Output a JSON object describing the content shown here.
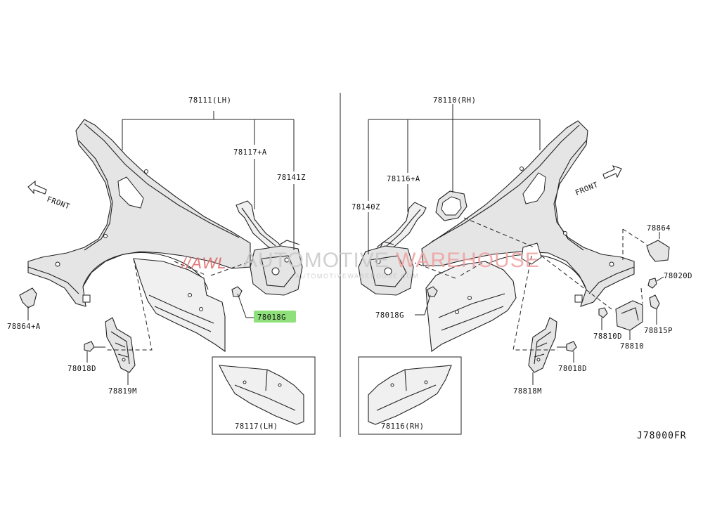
{
  "labels": {
    "lh_group": "78111(LH)",
    "rh_group": "78110(RH)",
    "lh_pillar": "78117+A",
    "lh_seal": "78141Z",
    "rh_pillar": "78116+A",
    "rh_seal": "78140Z",
    "lh_bolt_center": "78018G",
    "rh_bolt_center": "78018G",
    "lh_bolt_lower": "78018D",
    "rh_bolt_lower": "78018D",
    "lh_bracket": "78819M",
    "rh_bracket": "78818M",
    "lh_cap": "78864+A",
    "rh_cap": "78864",
    "rh_clip": "78020D",
    "rh_lid_screw": "78810D",
    "rh_lid": "78810",
    "rh_lid_spring": "78815P",
    "lh_inset": "78117(LH)",
    "rh_inset": "78116(RH)",
    "front_left": "FRONT",
    "front_right": "FRONT",
    "diagram_code": "J78000FR"
  },
  "watermark": {
    "left": "//AWL",
    "brand": "AUTOMOTIVE WAREHOUSE",
    "url": "AUTOMOTIVEWAREHOUSE.COM"
  },
  "highlight_color": "#8ee07a",
  "watermark_colors": {
    "left": "#e06060",
    "automotive": "#c8c8c8",
    "warehouse": "#f0a0a0"
  }
}
